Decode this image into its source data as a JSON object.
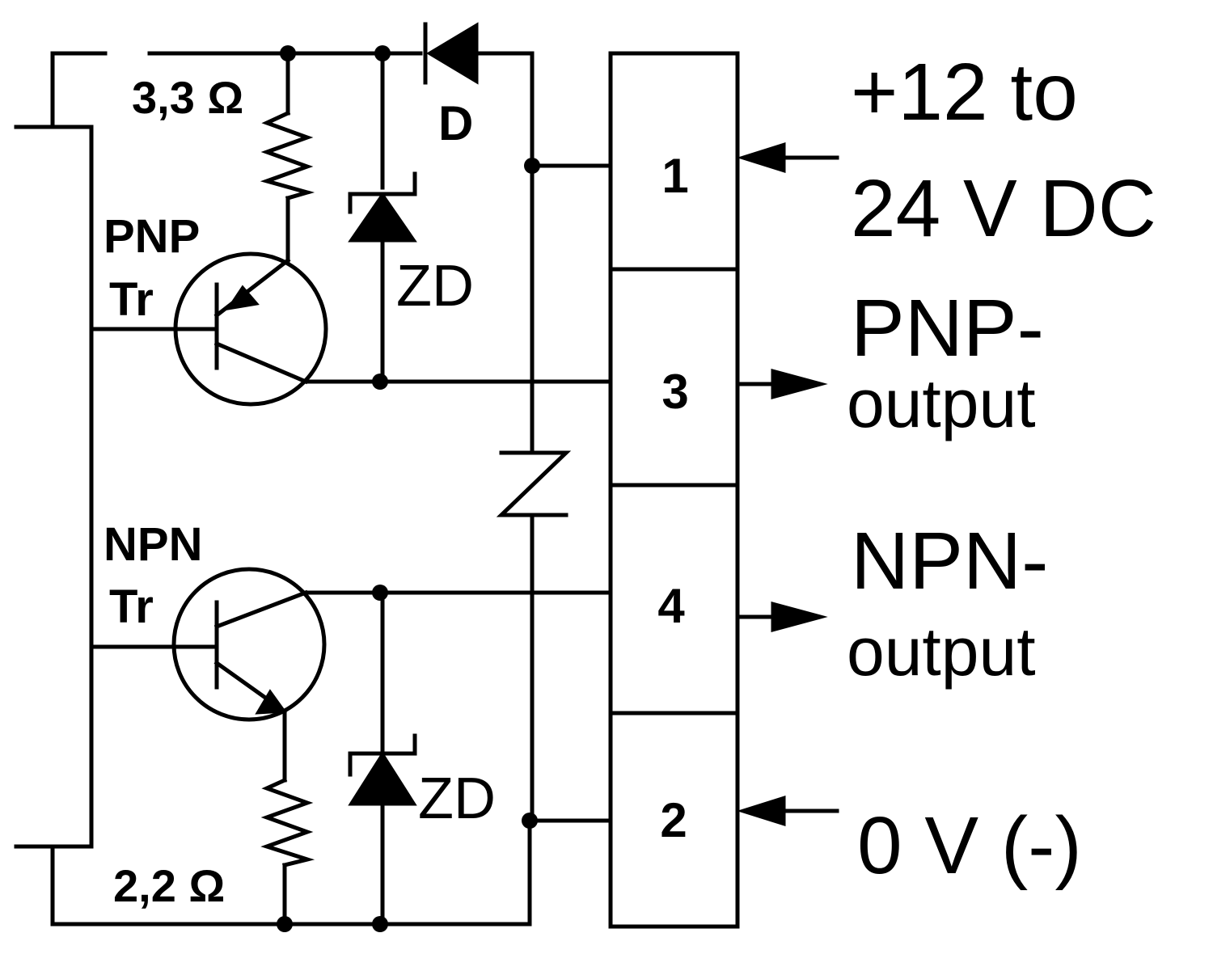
{
  "components": {
    "r_top": "3,3 Ω",
    "r_bottom": "2,2 Ω",
    "pnp_line1": "PNP",
    "pnp_line2": "Tr",
    "npn_line1": "NPN",
    "npn_line2": "Tr",
    "diode": "D",
    "zener_top": "ZD",
    "zener_bottom": "ZD"
  },
  "terminal_block": {
    "pins": [
      "1",
      "3",
      "4",
      "2"
    ]
  },
  "connections": {
    "supply_line1": "+12 to",
    "supply_line2": "24 V DC",
    "pnp_out_line1": "PNP-",
    "pnp_out_line2": "output",
    "npn_out_line1": "NPN-",
    "npn_out_line2": "output",
    "ground": "0 V (-)"
  }
}
